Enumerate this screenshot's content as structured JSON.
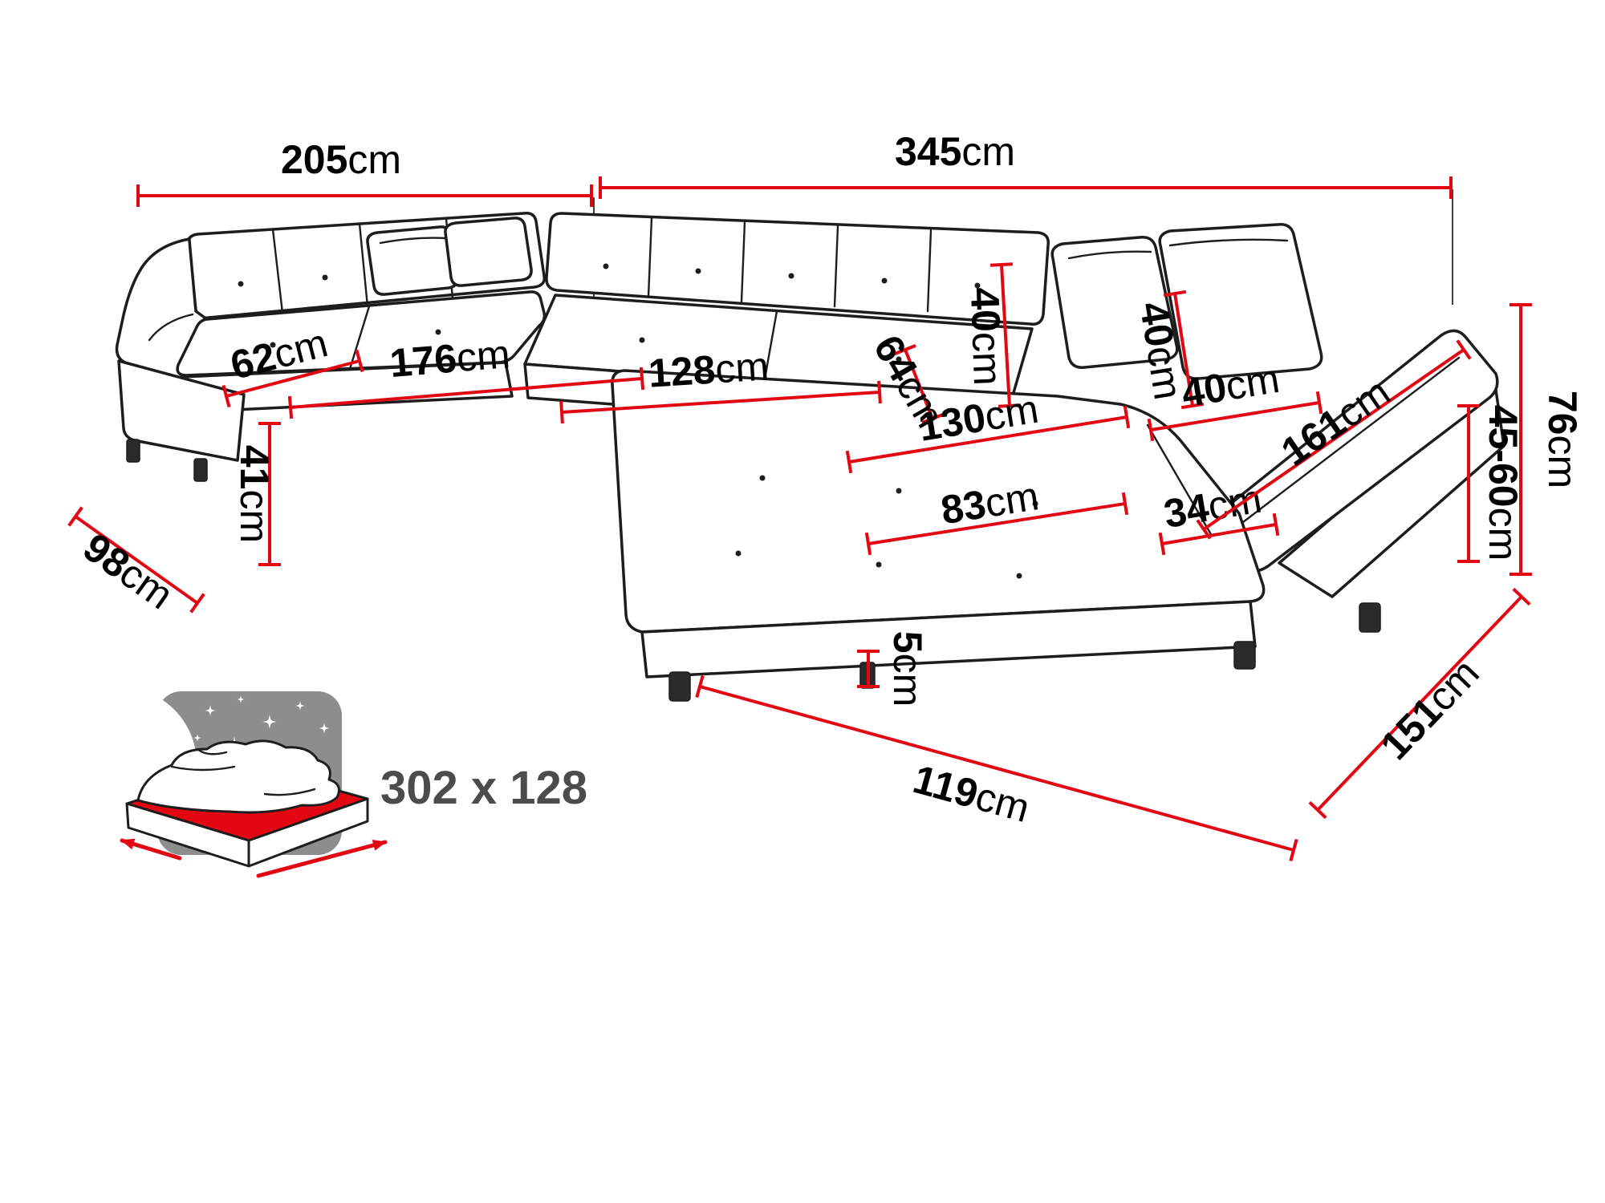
{
  "page": {
    "background": "#ffffff"
  },
  "colors": {
    "sofa_outline": "#1d1d1d",
    "dimension_line": "#e30613",
    "dimension_text": "#000000",
    "bed_icon_panel": "#8d8d8d",
    "bed_icon_accent": "#e30613",
    "bed_size_text": "#4c4c4c"
  },
  "icons": {
    "sleeping_function": "bed-with-starry-night-icon"
  },
  "measurements": {
    "wall_left": {
      "value": "205",
      "unit": "cm"
    },
    "wall_back": {
      "value": "345",
      "unit": "cm"
    },
    "left_seat_depth": {
      "value": "62",
      "unit": "cm"
    },
    "left_seat_width": {
      "value": "176",
      "unit": "cm"
    },
    "mid_seat_width": {
      "value": "128",
      "unit": "cm"
    },
    "mid_seat_depth": {
      "value": "64",
      "unit": "cm"
    },
    "backrest_height": {
      "value": "40",
      "unit": "cm"
    },
    "pillow_height": {
      "value": "40",
      "unit": "cm"
    },
    "pillow_width": {
      "value": "40",
      "unit": "cm"
    },
    "chaise_width": {
      "value": "130",
      "unit": "cm"
    },
    "chaise_length": {
      "value": "83",
      "unit": "cm"
    },
    "seat_height": {
      "value": "41",
      "unit": "cm"
    },
    "left_depth": {
      "value": "98",
      "unit": "cm"
    },
    "armrest_width": {
      "value": "34",
      "unit": "cm"
    },
    "armrest_length": {
      "value": "161",
      "unit": "cm"
    },
    "overall_height": {
      "value": "76",
      "unit": "cm"
    },
    "armrest_height_range": {
      "value": "45-60",
      "unit": "cm"
    },
    "right_depth": {
      "value": "151",
      "unit": "cm"
    },
    "front_width": {
      "value": "119",
      "unit": "cm"
    },
    "leg_height": {
      "value": "5",
      "unit": "cm"
    }
  },
  "sleeping_area": {
    "label": "302 x 128"
  }
}
